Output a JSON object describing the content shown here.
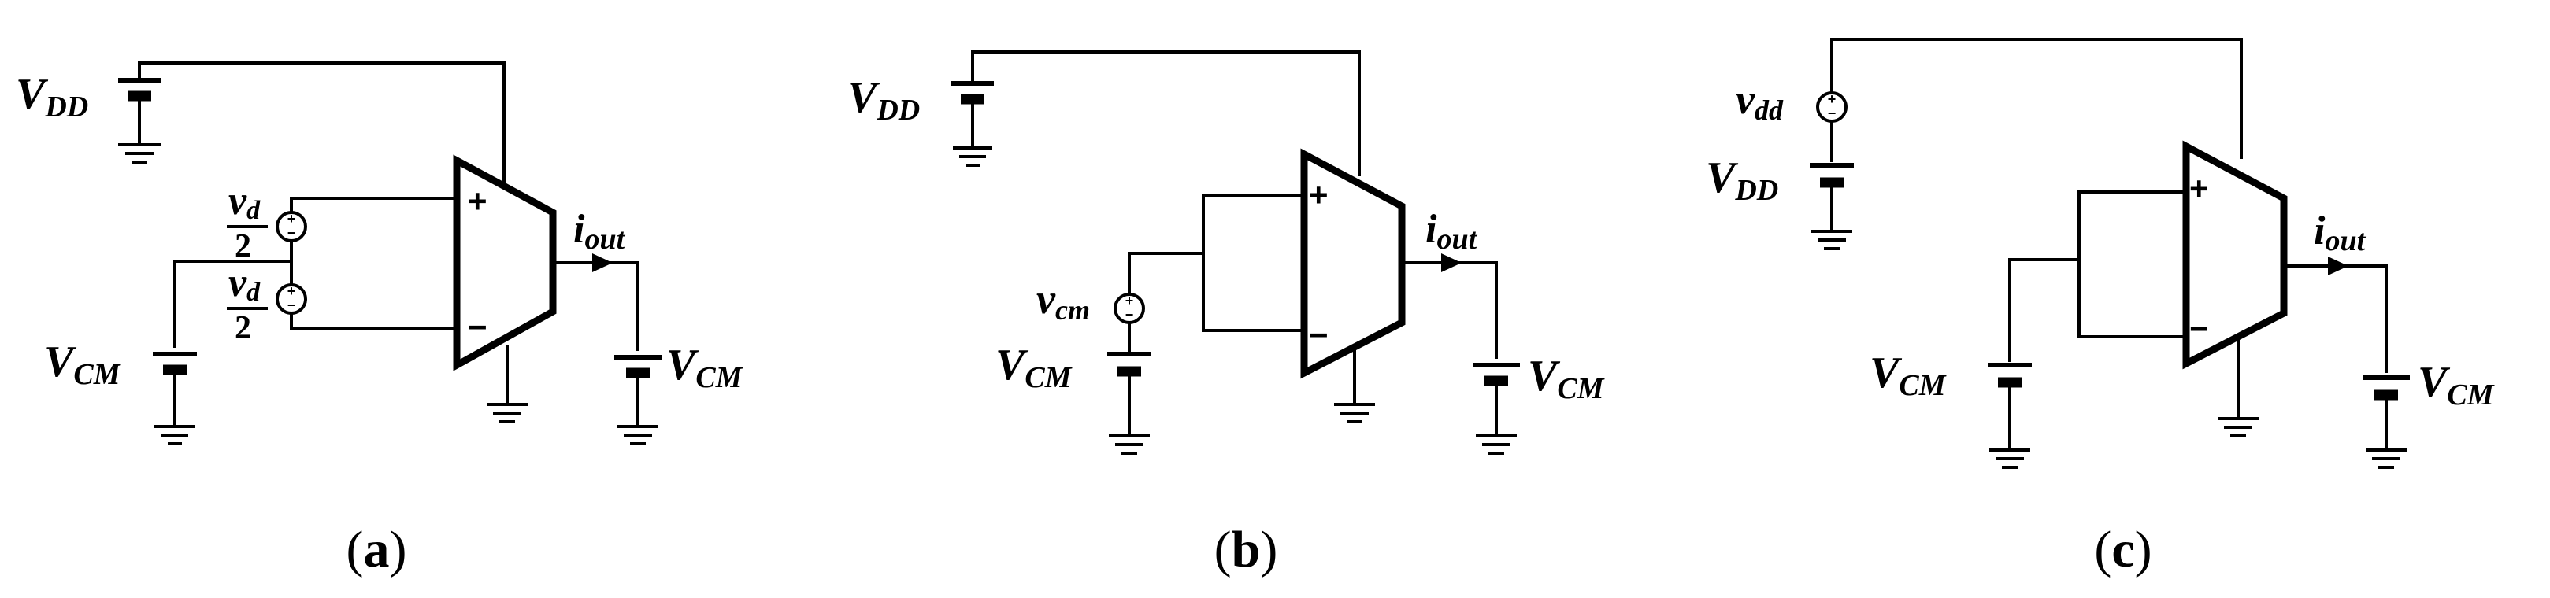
{
  "panels": [
    {
      "id": "a",
      "caption": "a",
      "labels": {
        "vdd": {
          "main": "V",
          "sub": "DD"
        },
        "vcm_left": {
          "main": "V",
          "sub": "CM"
        },
        "vcm_out": {
          "main": "V",
          "sub": "CM"
        },
        "vd_top": {
          "num": "v",
          "num_sub": "d",
          "den": "2"
        },
        "vd_bottom": {
          "num": "v",
          "num_sub": "d",
          "den": "2"
        },
        "iout": {
          "main": "i",
          "sub": "out"
        },
        "plus": "+",
        "minus": "−"
      }
    },
    {
      "id": "b",
      "caption": "b",
      "labels": {
        "vdd": {
          "main": "V",
          "sub": "DD"
        },
        "vcm_src": {
          "main": "v",
          "sub": "cm"
        },
        "vcm_left": {
          "main": "V",
          "sub": "CM"
        },
        "vcm_out": {
          "main": "V",
          "sub": "CM"
        },
        "iout": {
          "main": "i",
          "sub": "out"
        },
        "plus": "+",
        "minus": "−"
      }
    },
    {
      "id": "c",
      "caption": "c",
      "labels": {
        "vdd_src": {
          "main": "v",
          "sub": "dd"
        },
        "vdd": {
          "main": "V",
          "sub": "DD"
        },
        "vcm_left": {
          "main": "V",
          "sub": "CM"
        },
        "vcm_out": {
          "main": "V",
          "sub": "CM"
        },
        "iout": {
          "main": "i",
          "sub": "out"
        },
        "plus": "+",
        "minus": "−"
      }
    }
  ],
  "paren_open": "(",
  "paren_close": ")",
  "src_plus": "+",
  "src_minus": "−"
}
